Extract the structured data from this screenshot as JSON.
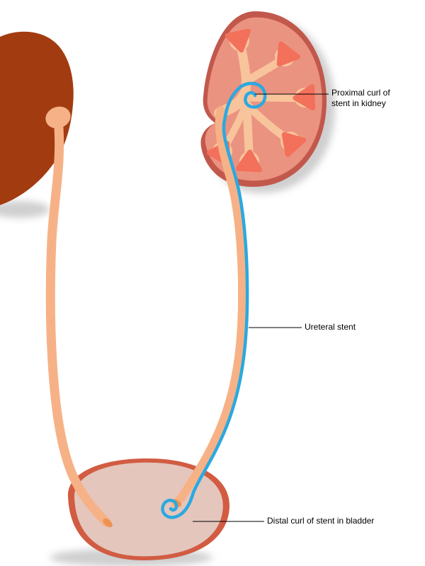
{
  "figure": {
    "type": "medical-diagram",
    "subject": "Ureteral stent placement in the urinary system",
    "labels": {
      "proximal_curl": "Proximal curl of stent in kidney",
      "ureteral_stent": "Ureteral stent",
      "distal_curl": "Distal curl of stent in bladder"
    },
    "colors": {
      "background": "#ffffff",
      "kidney_dark": "#a23c10",
      "kidney_outer": "#c2584c",
      "kidney_inner": "#ea9380",
      "renal_pelvis": "#f8c49c",
      "renal_pyramid": "#f3705a",
      "ureter": "#f6b286",
      "ureter_tip": "#ec9352",
      "stent_blue": "#2aa9e0",
      "bladder_rim": "#d15c42",
      "bladder_fill": "#e4c6bd",
      "leader_line": "#000000",
      "label_text": "#000000"
    }
  }
}
